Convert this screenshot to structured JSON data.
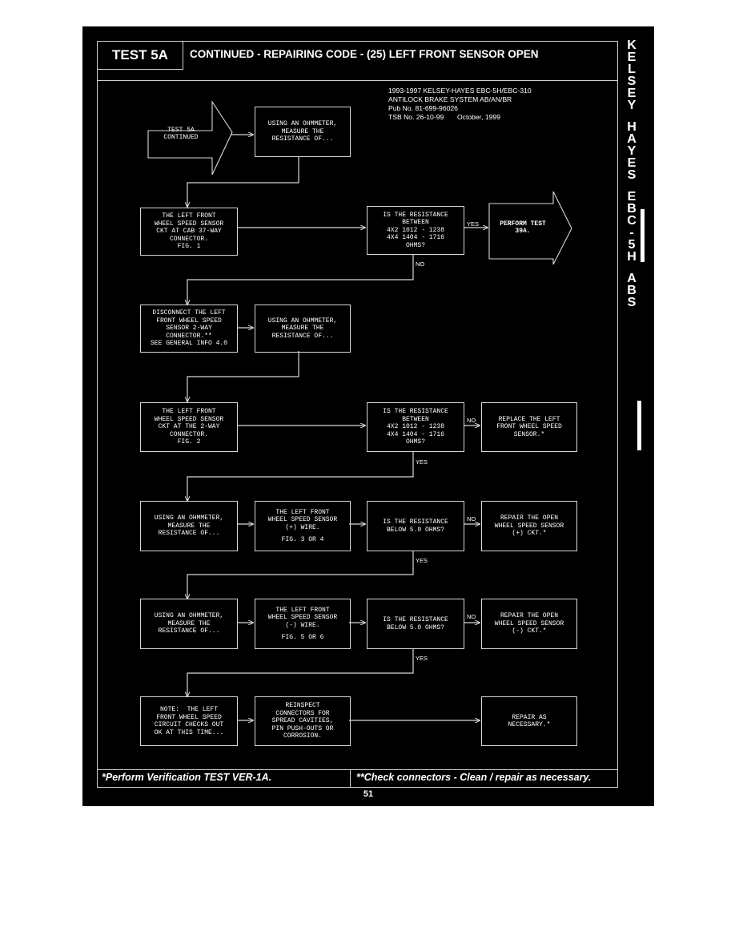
{
  "header": {
    "test_label": "TEST 5A",
    "title": "CONTINUED - REPAIRING CODE - (25) LEFT FRONT SENSOR OPEN"
  },
  "publication": {
    "line1": "1993-1997 KELSEY-HAYES EBC-5H/EBC-310",
    "line2": "ANTILOCK BRAKE SYSTEM AB/AN/BR",
    "line3": "Pub No. 81-699-96026",
    "line4": "TSB No. 26-10-99       October, 1999"
  },
  "side_tab": {
    "letters": [
      "K",
      "E",
      "L",
      "S",
      "E",
      "Y",
      "",
      "H",
      "A",
      "Y",
      "E",
      "S",
      "",
      "E",
      "B",
      "C",
      "-",
      "5",
      "H",
      "",
      "A",
      "B",
      "S"
    ]
  },
  "flow": {
    "start": [
      "TEST 5A",
      "CONTINUED"
    ],
    "step1": [
      "USING AN OHMMETER,",
      "MEASURE THE",
      "RESISTANCE OF..."
    ],
    "ckt_cab": [
      "THE LEFT FRONT",
      "WHEEL SPEED SENSOR",
      "CKT AT CAB 37-WAY",
      "CONNECTOR.",
      "FIG. 1"
    ],
    "decision1": [
      "IS THE RESISTANCE",
      "BETWEEN",
      "4X2 1012 - 1238",
      "4X4 1404 - 1716",
      "OHMS?"
    ],
    "perform": [
      "PERFORM TEST",
      "39A."
    ],
    "disconnect": [
      "DISCONNECT THE LEFT",
      "FRONT WHEEL SPEED",
      "SENSOR 2-WAY",
      "CONNECTOR.**",
      "SEE GENERAL INFO 4.0"
    ],
    "step2": [
      "USING AN OHMMETER,",
      "MEASURE THE",
      "RESISTANCE OF..."
    ],
    "ckt_2way": [
      "THE LEFT FRONT",
      "WHEEL SPEED SENSOR",
      "CKT AT THE 2-WAY",
      "CONNECTOR.",
      "FIG. 2"
    ],
    "decision2": [
      "IS THE RESISTANCE",
      "BETWEEN",
      "4X2 1012 - 1238",
      "4X4 1404 - 1716",
      "OHMS?"
    ],
    "replace": [
      "REPLACE THE LEFT",
      "FRONT WHEEL SPEED",
      "SENSOR.*"
    ],
    "step3": [
      "USING AN OHMMETER,",
      "MEASURE THE",
      "RESISTANCE OF..."
    ],
    "wire_plus": [
      "THE LEFT FRONT",
      "WHEEL SPEED SENSOR",
      "(+) WIRE.",
      "",
      "FIG. 3 OR 4"
    ],
    "decision3": [
      "IS THE RESISTANCE",
      "BELOW 5.0 OHMS?"
    ],
    "repair_plus": [
      "REPAIR THE OPEN",
      "WHEEL SPEED SENSOR",
      "(+) CKT.*"
    ],
    "step4": [
      "USING AN OHMMETER,",
      "MEASURE THE",
      "RESISTANCE OF..."
    ],
    "wire_minus": [
      "THE LEFT FRONT",
      "WHEEL SPEED SENSOR",
      "(-) WIRE.",
      "",
      "FIG. 5 OR 6"
    ],
    "decision4": [
      "IS THE RESISTANCE",
      "BELOW 5.0 OHMS?"
    ],
    "repair_minus": [
      "REPAIR THE OPEN",
      "WHEEL SPEED SENSOR",
      "(-) CKT.*"
    ],
    "note": [
      "NOTE:  THE LEFT",
      "FRONT WHEEL SPEED",
      "CIRCUIT CHECKS OUT",
      "OK AT THIS TIME..."
    ],
    "reinspect": [
      "REINSPECT",
      "CONNECTORS FOR",
      "SPREAD CAVITIES,",
      "PIN PUSH-OUTS OR",
      "CORROSION."
    ],
    "repair_as": [
      "REPAIR AS",
      "NECESSARY.*"
    ]
  },
  "labels": {
    "yes": "YES",
    "no": "NO"
  },
  "footer": {
    "left": "*Perform Verification TEST VER-1A.",
    "right": "**Check connectors - Clean / repair as necessary.",
    "page": "51"
  }
}
